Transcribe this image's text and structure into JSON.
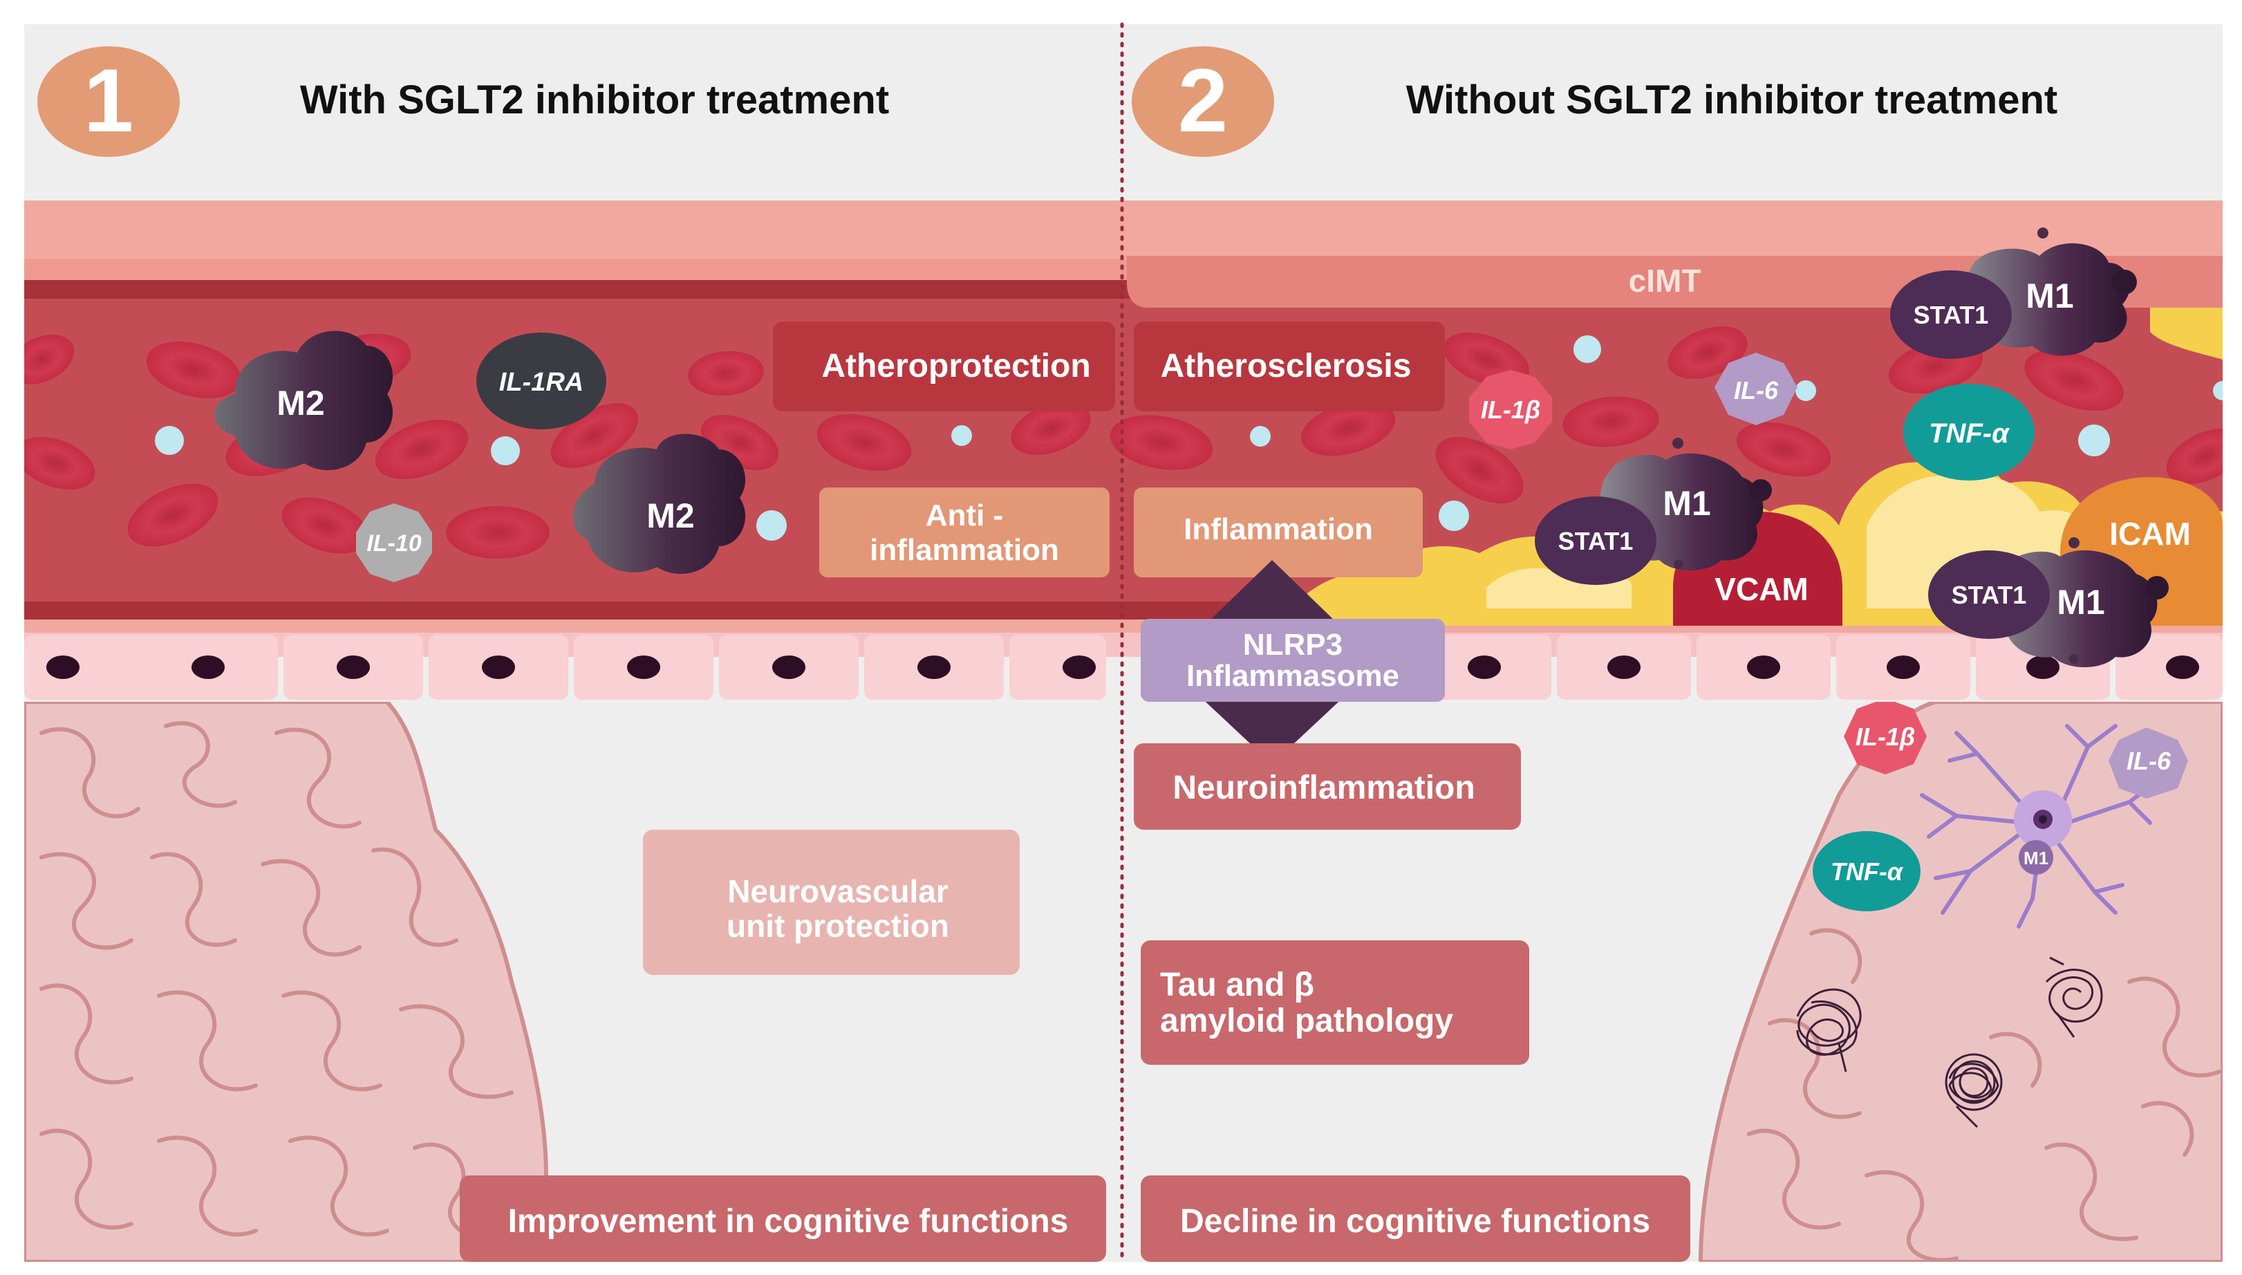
{
  "panel_left": {
    "number": "1",
    "title": "With SGLT2 inhibitor treatment",
    "macrophage_a": "M2",
    "macrophage_b": "M2",
    "cytokine_a": "IL-1RA",
    "cytokine_b": "IL-10",
    "label_atheroprotection": "Atheroprotection",
    "label_anti_line1": "Anti -",
    "label_anti_line2": "inflammation",
    "label_neuro_line1": "Neurovascular",
    "label_neuro_line2": "unit protection",
    "label_cognitive": "Improvement in cognitive functions"
  },
  "panel_right": {
    "number": "2",
    "title": "Without SGLT2 inhibitor treatment",
    "cimt": "cIMT",
    "label_atherosclerosis": "Atherosclerosis",
    "label_inflammation": "Inflammation",
    "nlrp3_line1": "NLRP3",
    "nlrp3_line2": "Inflammasome",
    "label_neuroinflammation": "Neuroinflammation",
    "tau_line1": "Tau and β",
    "tau_line2": "amyloid pathology",
    "label_cognitive": "Decline in cognitive functions",
    "m1": "M1",
    "stat1": "STAT1",
    "vcam": "VCAM",
    "icam": "ICAM",
    "il1b": "IL-1β",
    "il6": "IL-6",
    "tnfa": "TNF-α",
    "microglia_m1": "M1"
  },
  "colors": {
    "background": "#efeeee",
    "vessel_outer": "#f0a89f",
    "vessel_lumen": "#c44d55",
    "rbc": "#c42d45",
    "endothelium": "#f8c8cb",
    "brain": "#ecc3c3",
    "brain_outline": "#cf8e8e",
    "badge": "#e29b75",
    "macrophage": "#4d2d4d",
    "plaque": "#f6d04d",
    "label_dark_red": "#b8373f",
    "label_orange": "#e29776",
    "label_muted": "#c8686c"
  }
}
